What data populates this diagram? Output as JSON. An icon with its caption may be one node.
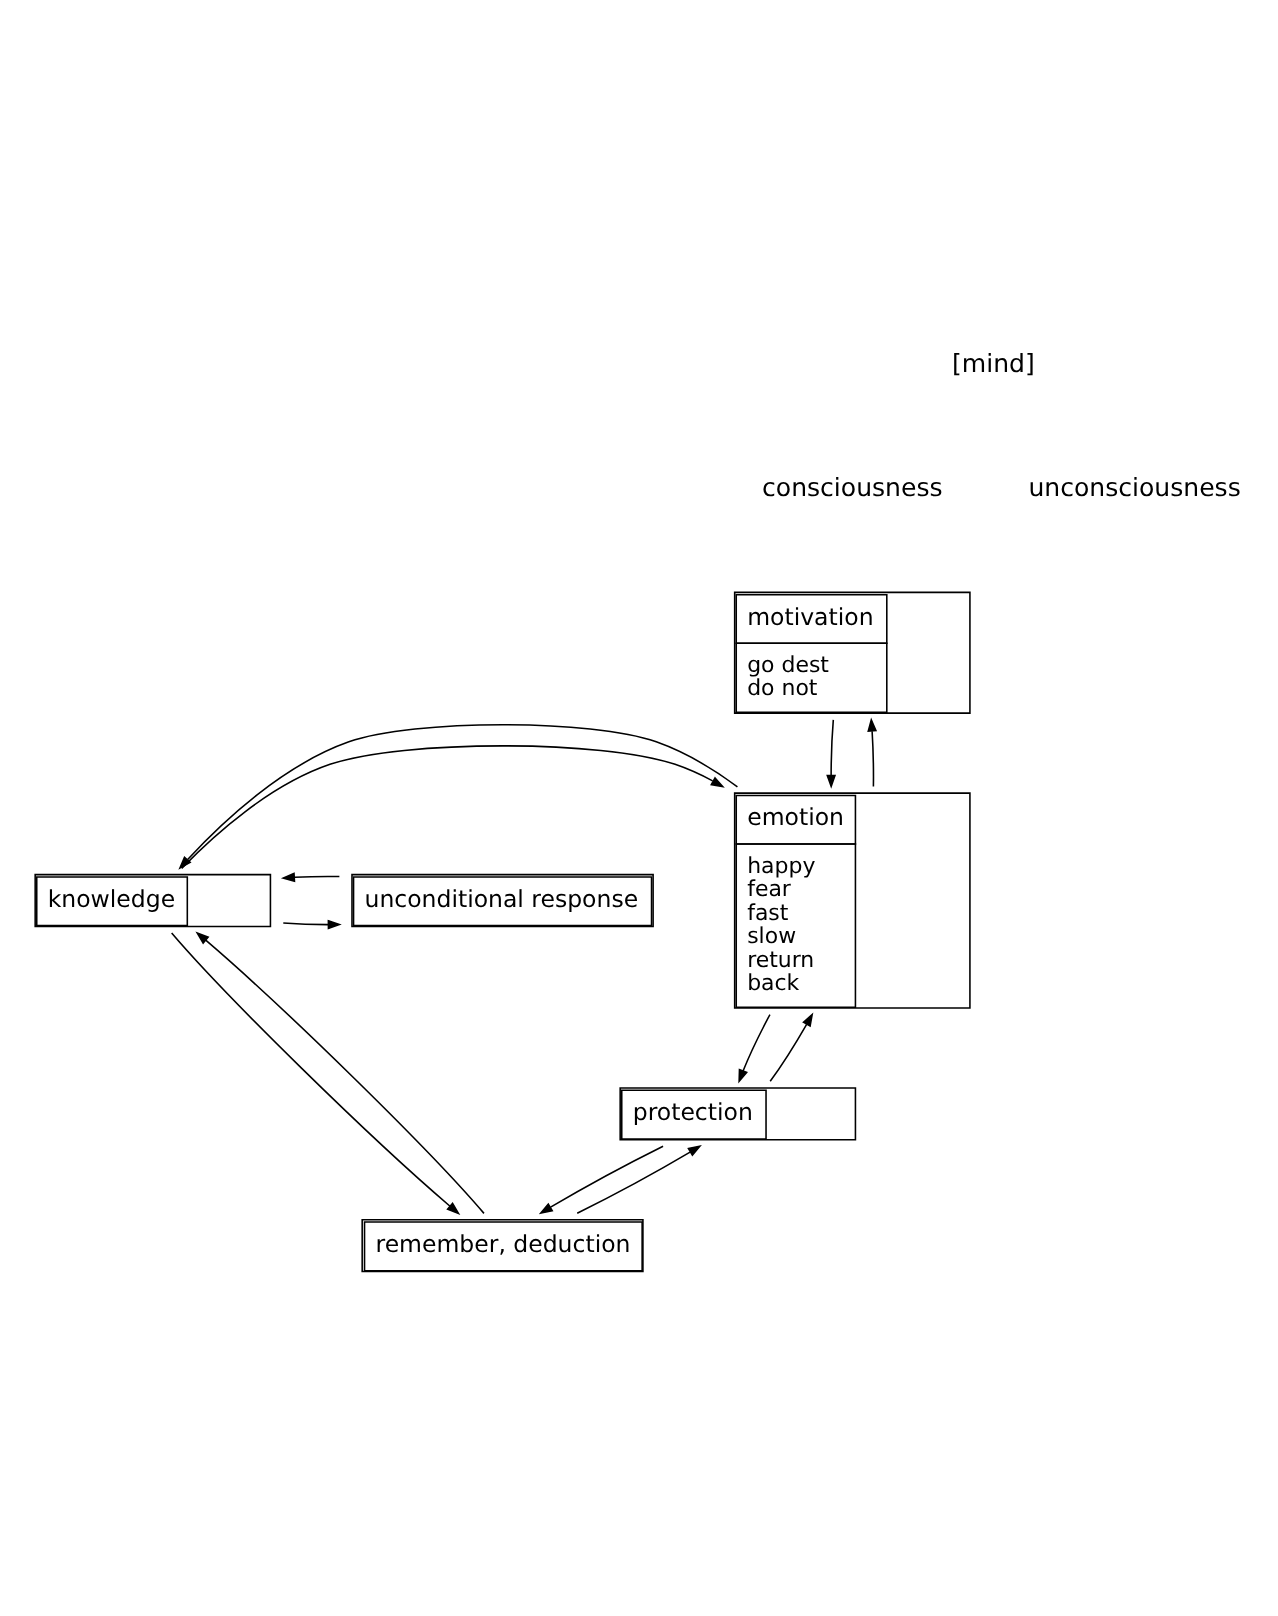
{
  "diagram": {
    "nodes": [
      {
        "text": [
          "motivation",
          "go dest",
          "do not"
        ]
      },
      {
        "text": [
          "emotion",
          "happy",
          "fear",
          "fast",
          "slow",
          "return",
          "back"
        ]
      },
      {
        "text": [
          "knowledge"
        ]
      },
      {
        "text": [
          "unconditional response"
        ]
      },
      {
        "text": [
          "protection"
        ]
      },
      {
        "text": [
          "remember, deduction"
        ]
      }
    ],
    "edges": [
      {
        "from": 0,
        "to": 1,
        "arrow": "to"
      },
      {
        "from": 1,
        "to": 0,
        "arrow": "to"
      },
      {
        "from": 2,
        "to": 1,
        "arrow": "to"
      },
      {
        "from": 1,
        "to": 2,
        "arrow": "to"
      },
      {
        "from": 2,
        "to": 3,
        "arrow": "to"
      },
      {
        "from": 3,
        "to": 2,
        "arrow": "to"
      },
      {
        "from": 1,
        "to": 4,
        "arrow": "to"
      },
      {
        "from": 4,
        "to": 1,
        "arrow": "to"
      },
      {
        "from": 4,
        "to": 5,
        "arrow": "to"
      },
      {
        "from": 5,
        "to": 4,
        "arrow": "to"
      },
      {
        "from": 2,
        "to": 5,
        "arrow": "to"
      },
      {
        "from": 5,
        "to": 2,
        "arrow": "to"
      }
    ],
    "labels": [
      "[mind]",
      "consciousness",
      "unconsciousness"
    ]
  }
}
